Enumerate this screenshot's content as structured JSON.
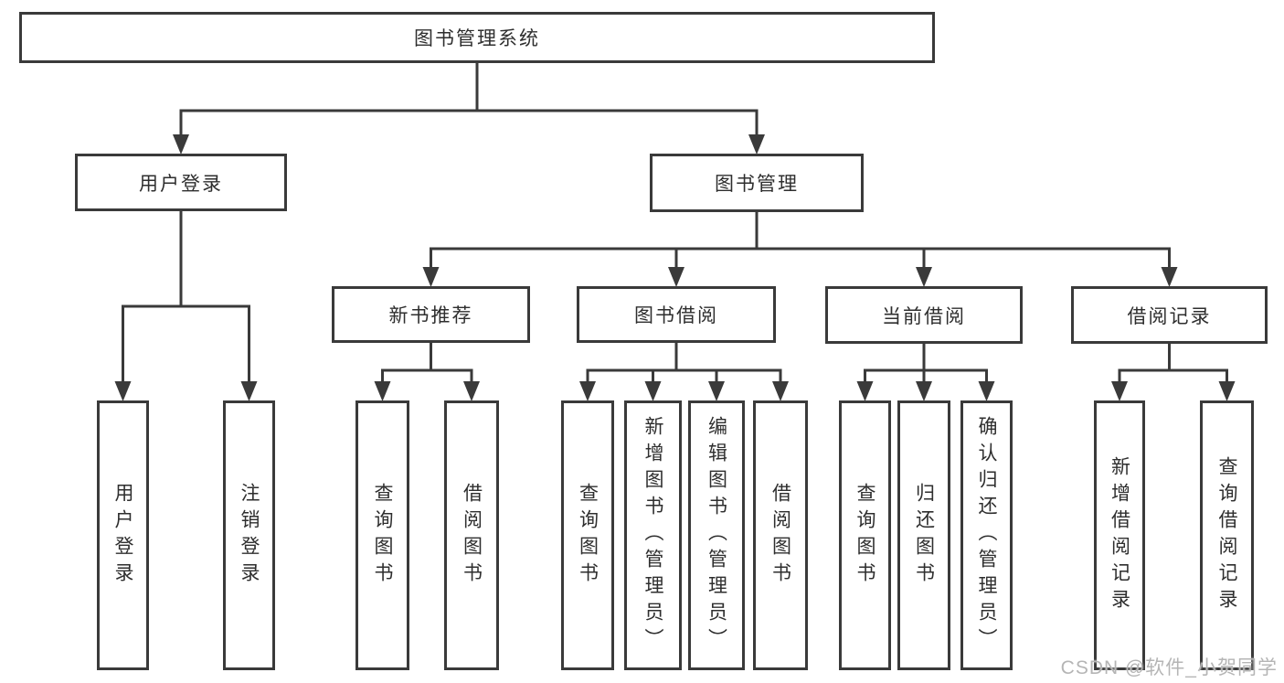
{
  "diagram": {
    "type": "tree",
    "title": "图书管理系统",
    "nodes": [
      {
        "id": "system",
        "label": "图书管理系统",
        "orientation": "horizontal",
        "level": 1
      },
      {
        "id": "user-login",
        "label": "用户登录",
        "orientation": "horizontal",
        "level": 2
      },
      {
        "id": "book-management",
        "label": "图书管理",
        "orientation": "horizontal",
        "level": 2
      },
      {
        "id": "new-book-recommend",
        "label": "新书推荐",
        "orientation": "horizontal",
        "level": 3
      },
      {
        "id": "book-borrowing",
        "label": "图书借阅",
        "orientation": "horizontal",
        "level": 3
      },
      {
        "id": "current-borrowing",
        "label": "当前借阅",
        "orientation": "horizontal",
        "level": 3
      },
      {
        "id": "borrowing-records",
        "label": "借阅记录",
        "orientation": "horizontal",
        "level": 3
      },
      {
        "id": "leaf-user-login",
        "label": "用户登录",
        "orientation": "vertical",
        "level": 4
      },
      {
        "id": "leaf-logout",
        "label": "注销登录",
        "orientation": "vertical",
        "level": 4
      },
      {
        "id": "rec-query-books",
        "label": "查询图书",
        "orientation": "vertical",
        "level": 4
      },
      {
        "id": "rec-borrow-books",
        "label": "借阅图书",
        "orientation": "vertical",
        "level": 4
      },
      {
        "id": "bb-query-books",
        "label": "查询图书",
        "orientation": "vertical",
        "level": 4
      },
      {
        "id": "bb-add-books",
        "label": "新增图书（管理员）",
        "orientation": "vertical",
        "level": 4
      },
      {
        "id": "bb-edit-books",
        "label": "编辑图书（管理员）",
        "orientation": "vertical",
        "level": 4
      },
      {
        "id": "bb-borrow-books",
        "label": "借阅图书",
        "orientation": "vertical",
        "level": 4
      },
      {
        "id": "cb-query-books",
        "label": "查询图书",
        "orientation": "vertical",
        "level": 4
      },
      {
        "id": "cb-return-books",
        "label": "归还图书",
        "orientation": "vertical",
        "level": 4
      },
      {
        "id": "cb-confirm-return",
        "label": "确认归还（管理员）",
        "orientation": "vertical",
        "level": 4
      },
      {
        "id": "br-add-record",
        "label": "新增借阅记录",
        "orientation": "vertical",
        "level": 4
      },
      {
        "id": "br-query-record",
        "label": "查询借阅记录",
        "orientation": "vertical",
        "level": 4
      }
    ],
    "edges": [
      {
        "from": "system",
        "to": [
          "user-login",
          "book-management"
        ]
      },
      {
        "from": "user-login",
        "to": [
          "leaf-user-login",
          "leaf-logout"
        ]
      },
      {
        "from": "book-management",
        "to": [
          "new-book-recommend",
          "book-borrowing",
          "current-borrowing",
          "borrowing-records"
        ]
      },
      {
        "from": "new-book-recommend",
        "to": [
          "rec-query-books",
          "rec-borrow-books"
        ]
      },
      {
        "from": "book-borrowing",
        "to": [
          "bb-query-books",
          "bb-add-books",
          "bb-edit-books",
          "bb-borrow-books"
        ]
      },
      {
        "from": "current-borrowing",
        "to": [
          "cb-query-books",
          "cb-return-books",
          "cb-confirm-return"
        ]
      },
      {
        "from": "borrowing-records",
        "to": [
          "br-add-record",
          "br-query-record"
        ]
      }
    ]
  },
  "watermark": {
    "text": "CSDN @软件_小贺同学"
  },
  "colors": {
    "line": "#3a3a3a",
    "box_border": "#3a3a3a",
    "text": "#2e2e2e",
    "background": "#ffffff",
    "watermark": "#b5b5b5"
  }
}
